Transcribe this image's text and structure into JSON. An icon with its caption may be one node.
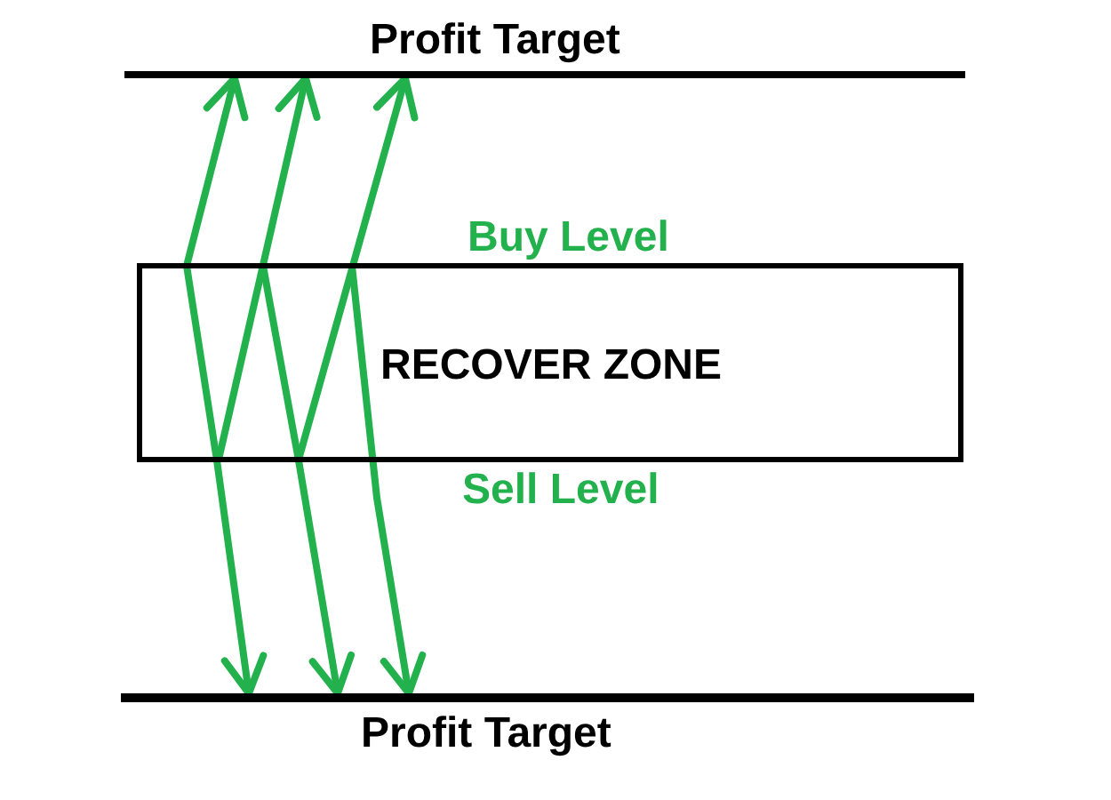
{
  "diagram": {
    "nodes": [
      {
        "text": [
          "Profit Target"
        ]
      },
      {
        "text": [
          "RECOVER ZONE"
        ],
        "beside": [
          "Buy Level",
          "Sell Level"
        ]
      },
      {
        "text": [
          "Profit Target"
        ]
      }
    ],
    "edges": [
      {
        "from": 1,
        "to": 0,
        "arrow": "to"
      },
      {
        "from": 1,
        "to": 2,
        "arrow": "to"
      },
      {
        "from": 1,
        "to": 0,
        "arrow": "to"
      },
      {
        "from": 1,
        "to": 2,
        "arrow": "to"
      },
      {
        "from": 1,
        "to": 0,
        "arrow": "to"
      },
      {
        "from": 1,
        "to": 2,
        "arrow": "to"
      }
    ]
  }
}
